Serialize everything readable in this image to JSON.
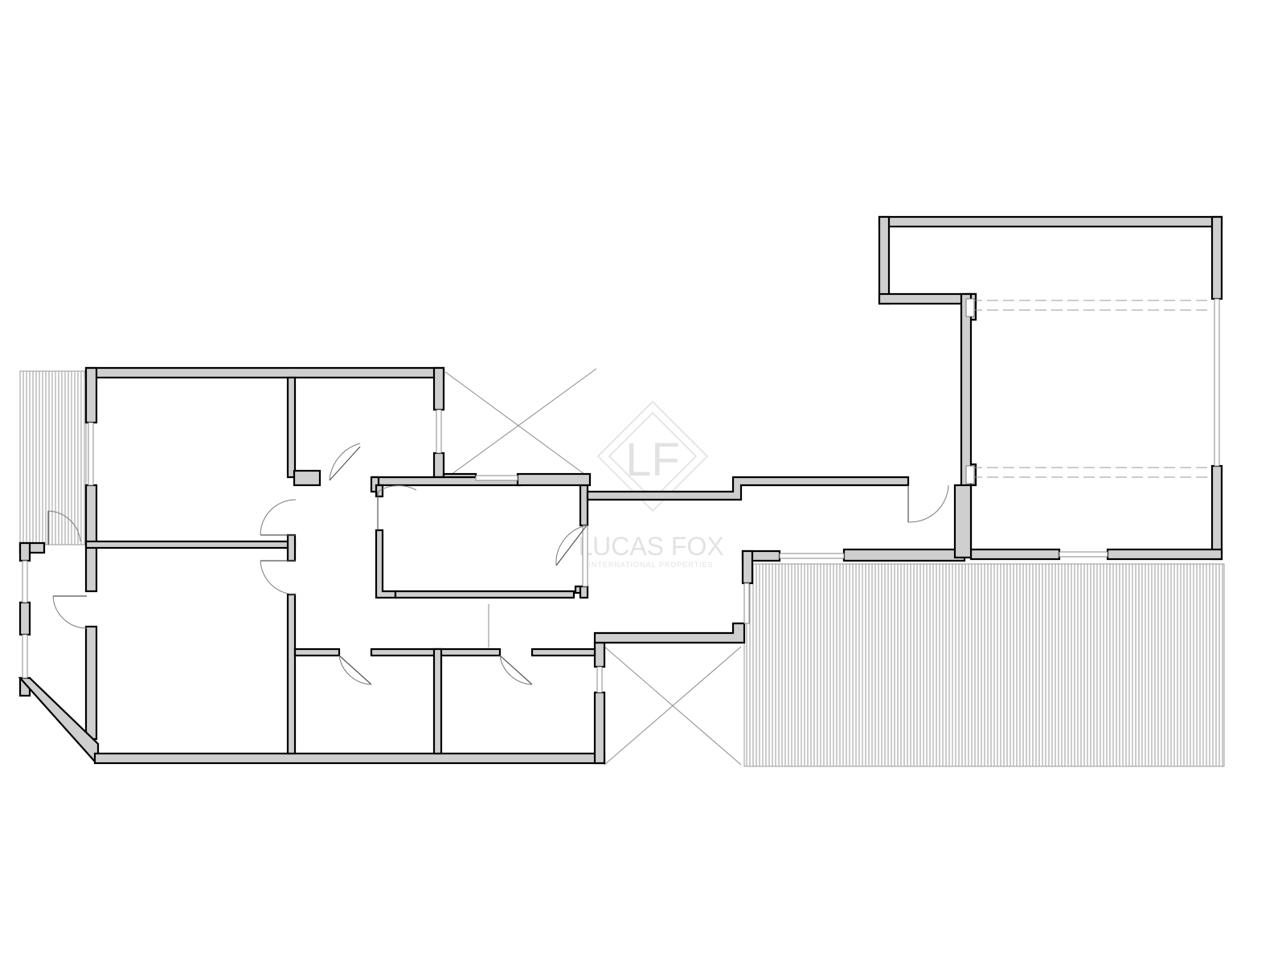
{
  "watermark": {
    "brand": "LUCAS FOX",
    "tagline": "INTERNATIONAL PROPERTIES",
    "monogram": "LF"
  },
  "colors": {
    "wall_fill": "#cfcfcf",
    "wall_outline": "#000000",
    "hatch": "#9a9a9a",
    "background": "#ffffff"
  }
}
